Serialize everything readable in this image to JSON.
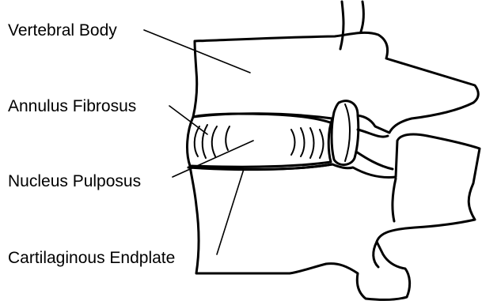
{
  "labels": {
    "vertebral_body": "Vertebral Body",
    "annulus_fibrosus": "Annulus Fibrosus",
    "nucleus_pulposus": "Nucleus Pulposus",
    "cartilaginous_endplate": "Cartilaginous Endplate"
  },
  "colors": {
    "ink": "#000000",
    "background": "#ffffff"
  }
}
